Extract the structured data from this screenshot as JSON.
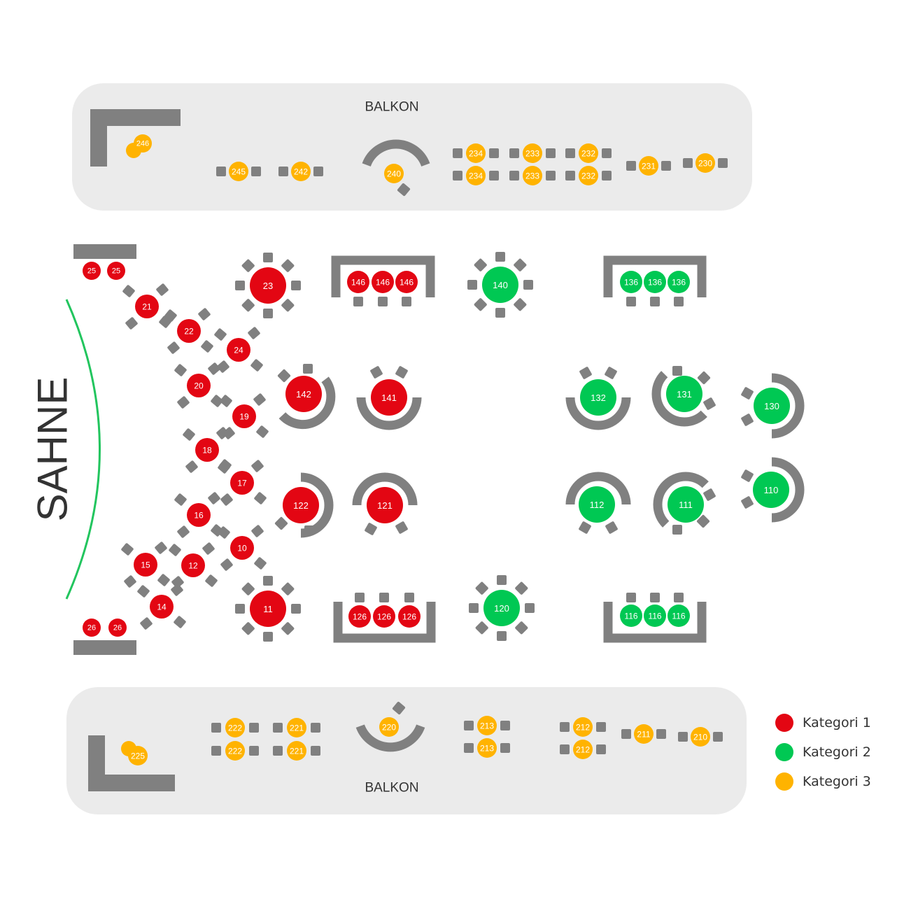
{
  "labels": {
    "stage": "SAHNE",
    "balcony_top": "BALKON",
    "balcony_bottom": "BALKON"
  },
  "categories": [
    {
      "id": "cat1",
      "name": "Kategori 1",
      "color": "#e30613"
    },
    {
      "id": "cat2",
      "name": "Kategori 2",
      "color": "#00c853"
    },
    {
      "id": "cat3",
      "name": "Kategori 3",
      "color": "#ffb300"
    }
  ],
  "colors": {
    "furniture": "#808080",
    "balcony_bg": "#ebebeb",
    "stage_line": "#22c55e",
    "text": "#333333"
  },
  "tables": {
    "cat1": [
      "25",
      "25",
      "21",
      "22",
      "24",
      "23",
      "20",
      "19",
      "142",
      "141",
      "18",
      "17",
      "122",
      "121",
      "16",
      "10",
      "15",
      "12",
      "14",
      "11",
      "26",
      "26",
      "146",
      "146",
      "146",
      "126",
      "126",
      "126"
    ],
    "cat2": [
      "140",
      "136",
      "136",
      "136",
      "132",
      "131",
      "130",
      "112",
      "111",
      "110",
      "120",
      "116",
      "116",
      "116"
    ],
    "cat3": [
      "246",
      "245",
      "242",
      "240",
      "234",
      "234",
      "233",
      "233",
      "232",
      "232",
      "231",
      "230",
      "225",
      "222",
      "222",
      "221",
      "221",
      "220",
      "213",
      "213",
      "212",
      "212",
      "211",
      "210"
    ]
  }
}
